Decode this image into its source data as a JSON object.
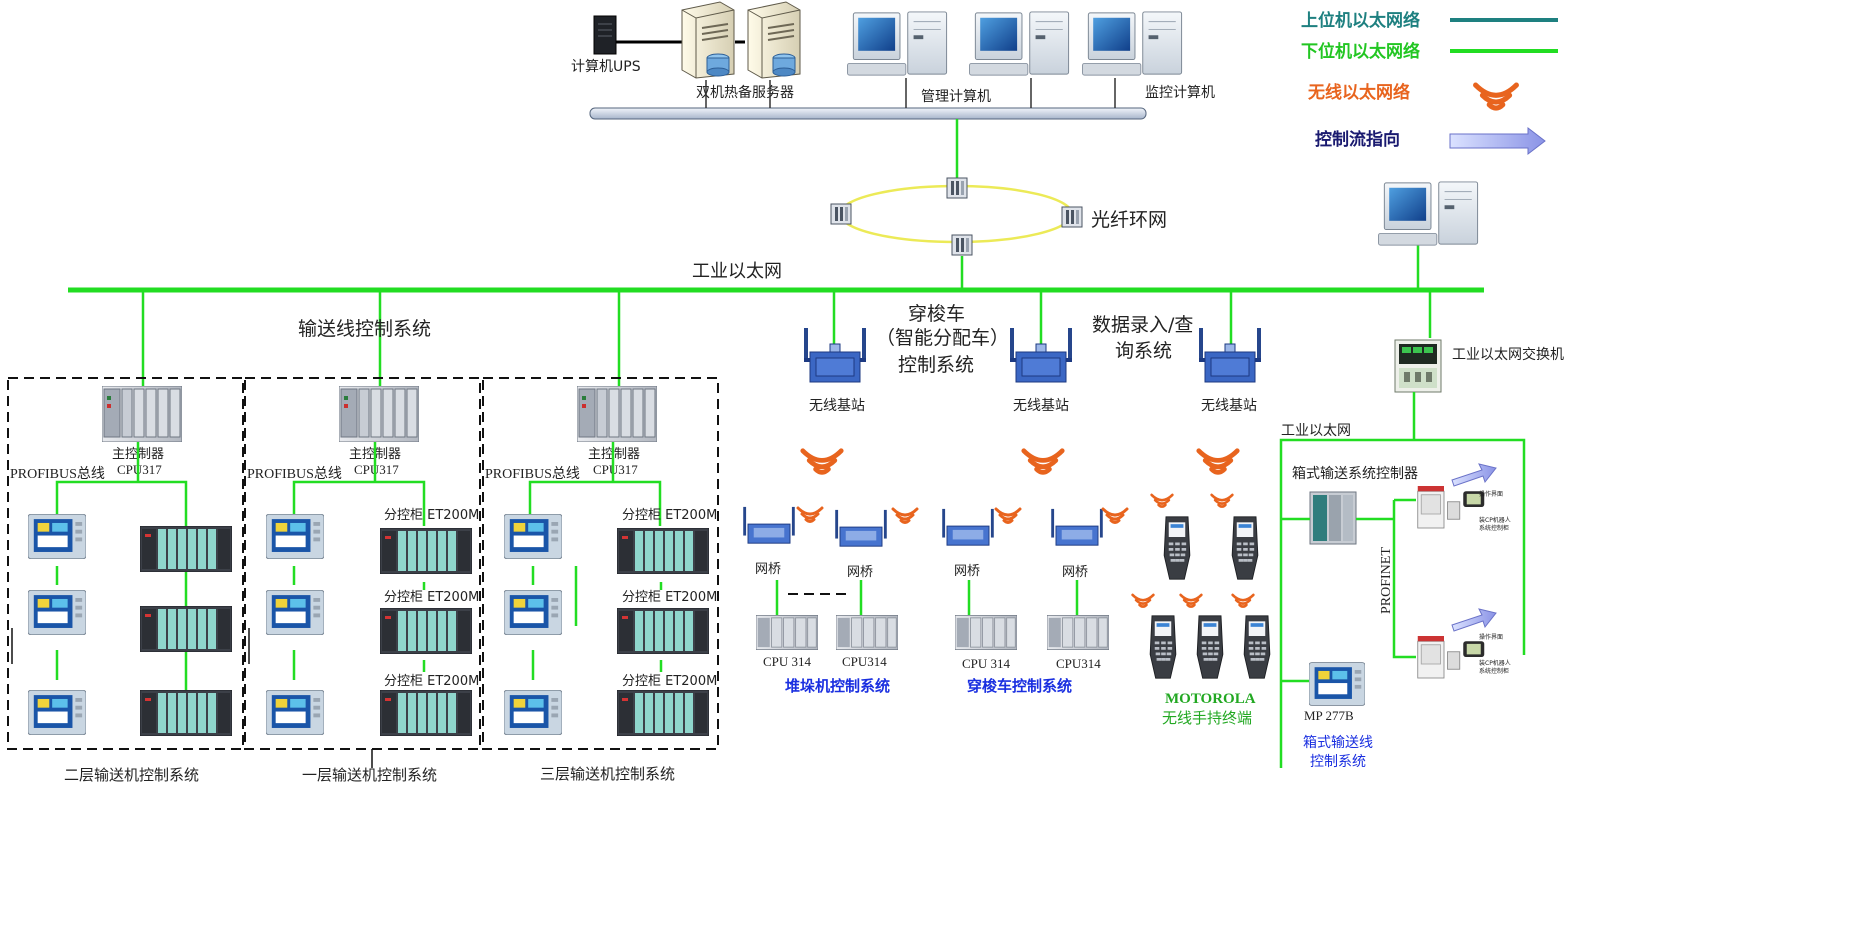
{
  "legend": {
    "upper_net": "上位机以太网络",
    "lower_net": "下位机以太网络",
    "wireless_net": "无线以太网络",
    "control_flow": "控制流指向",
    "colors": {
      "upper": "#1e8080",
      "lower": "#22dd22",
      "wireless": "#e8641e",
      "flow": "#1a1a70"
    }
  },
  "top": {
    "ups": "计算机UPS",
    "servers": "双机热备服务器",
    "management": "管理计算机",
    "monitor": "监控计算机",
    "fiber_ring": "光纤环网"
  },
  "industrial_ethernet": "工业以太网",
  "conveyor_control": "输送线控制系统",
  "shuttle_control": [
    "穿梭车",
    "（智能分配车）",
    "控制系统"
  ],
  "data_entry": [
    "数据录入/查",
    "询系统"
  ],
  "base_station": "无线基站",
  "eth_switch": "工业以太网交换机",
  "right_ethernet": "工业以太网",
  "subsystems": [
    {
      "title": "二层输送机控制系统",
      "controller": "主控制器",
      "cpu": "CPU317",
      "bus": "PROFIBUS总线"
    },
    {
      "title": "一层输送机控制系统",
      "controller": "主控制器",
      "cpu": "CPU317",
      "bus": "PROFIBUS总线"
    },
    {
      "title": "三层输送机控制系统",
      "controller": "主控制器",
      "cpu": "CPU317",
      "bus": "PROFIBUS总线"
    }
  ],
  "et200m": "分控柜 ET200M",
  "bridge": "网桥",
  "stacker": {
    "cpu_a": "CPU 314",
    "cpu_b": "CPU314",
    "title": "堆垛机控制系统"
  },
  "shuttle": {
    "cpu_a": "CPU 314",
    "cpu_b": "CPU314",
    "title": "穿梭车控制系统"
  },
  "motorola": {
    "brand": "MOTOROLA",
    "label": "无线手持终端"
  },
  "box": {
    "controller": "箱式输送系统控制器",
    "profinet": "PROFINET",
    "hmi": "MP 277B",
    "title_1": "箱式输送线",
    "title_2": "控制系统",
    "machine_text_1": "操作界面",
    "machine_text_2": "装CP机器人",
    "machine_text_3": "系统控制柜"
  }
}
